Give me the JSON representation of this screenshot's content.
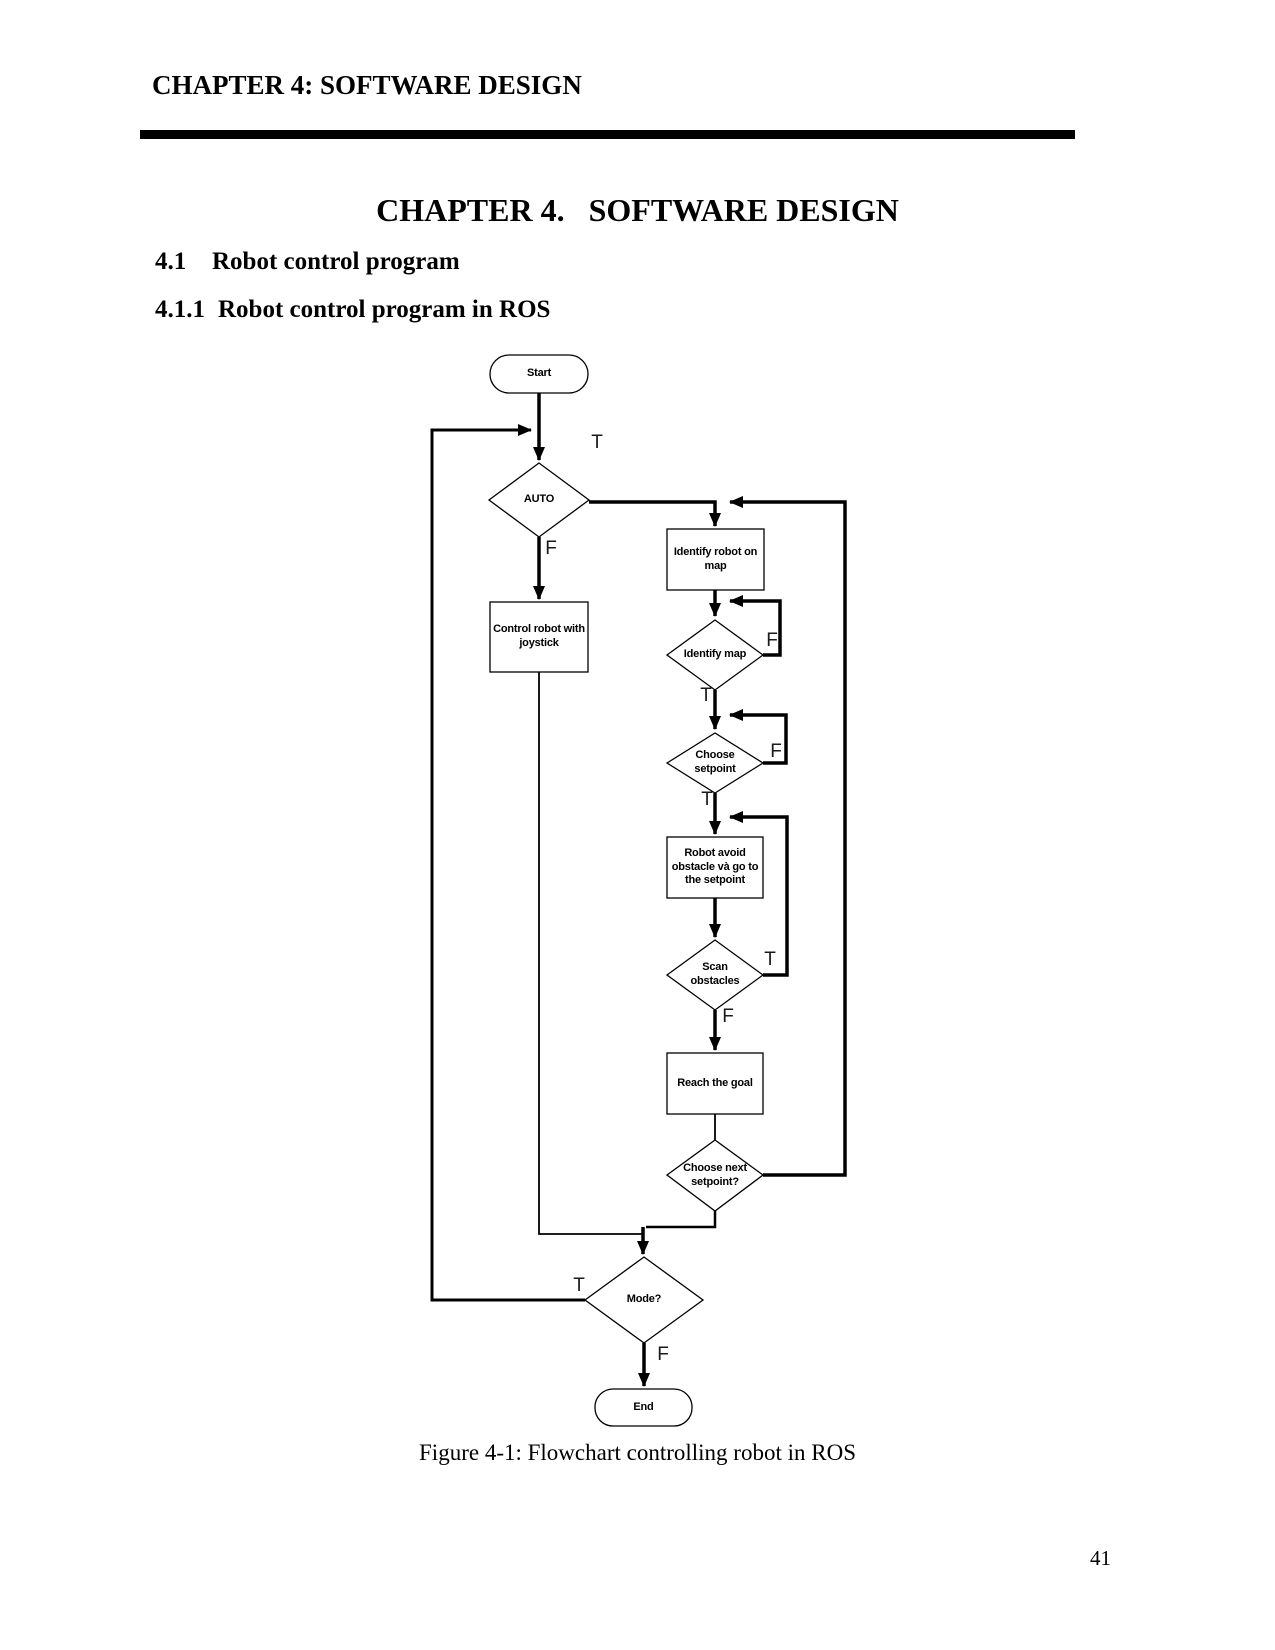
{
  "document": {
    "running_header": "CHAPTER 4: SOFTWARE DESIGN",
    "chapter_title": "CHAPTER 4.   SOFTWARE DESIGN",
    "sections": [
      {
        "number": "4.1",
        "title": "Robot control program"
      },
      {
        "number": "4.1.1",
        "title": "Robot control program in ROS"
      }
    ],
    "figure_caption": "Figure 4-1: Flowchart controlling robot in ROS",
    "page_number": "41"
  },
  "flowchart": {
    "ink_color": "#000000",
    "nodes": {
      "start": {
        "type": "terminator",
        "label": "Start"
      },
      "auto": {
        "type": "decision",
        "label": "AUTO"
      },
      "control_robot": {
        "type": "process",
        "label": "Control robot with joystick"
      },
      "identify_robot": {
        "type": "process",
        "label": "Identify robot on map"
      },
      "identify_map": {
        "type": "decision",
        "label": "Identify map"
      },
      "choose_setpoint": {
        "type": "decision",
        "label": "Choose setpoint"
      },
      "robot_avoid": {
        "type": "process",
        "label": "Robot avoid obstacle và go to the setpoint"
      },
      "scan_obstacles": {
        "type": "decision",
        "label": "Scan obstacles"
      },
      "reach_goal": {
        "type": "process",
        "label": "Reach the goal"
      },
      "choose_next": {
        "type": "decision",
        "label": "Choose next setpoint?"
      },
      "mode": {
        "type": "decision",
        "label": "Mode?"
      },
      "end": {
        "type": "terminator",
        "label": "End"
      }
    },
    "branch_labels": {
      "auto_true": "T",
      "auto_false": "F",
      "identify_map_false": "F",
      "identify_map_true": "T",
      "choose_setpoint_false": "F",
      "choose_setpoint_true": "T",
      "scan_true": "T",
      "scan_false": "F",
      "mode_true": "T",
      "mode_false": "F"
    }
  }
}
